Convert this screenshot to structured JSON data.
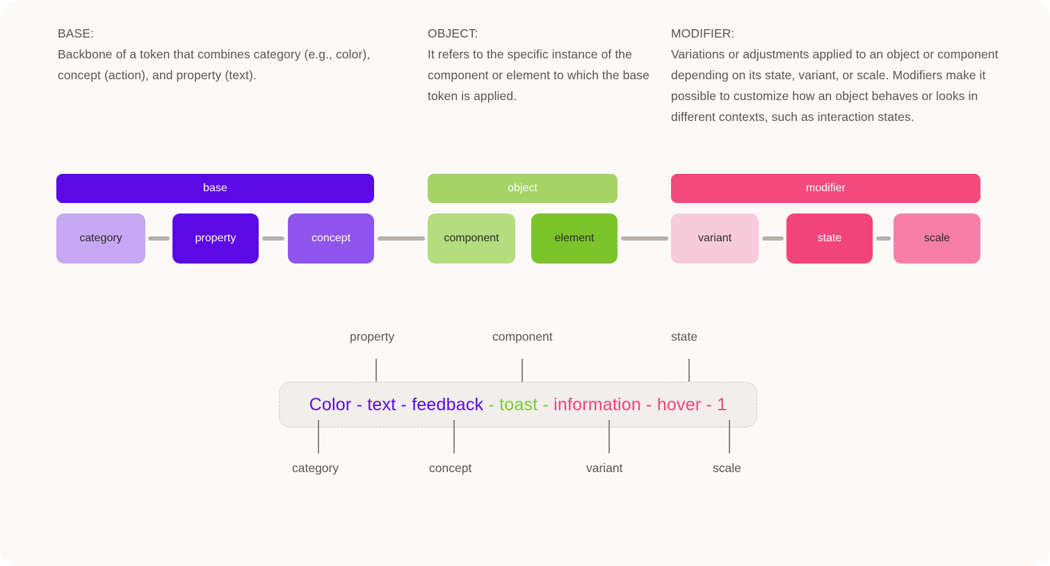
{
  "canvas": {
    "background": "#FBFAF8",
    "page_background": "#ffffff"
  },
  "descriptions": [
    {
      "key": "base",
      "title": "BASE:",
      "body": "Backbone of a token that combines category (e.g., color), concept (action), and property (text)."
    },
    {
      "key": "object",
      "title": "OBJECT:",
      "body": "It refers to the specific instance of the component or element to which the base token is applied."
    },
    {
      "key": "modifier",
      "title": "MODIFIER:",
      "body": "Variations or adjustments applied to an object or component depending on its state, variant, or scale. Modifiers make it possible to customize how an object behaves or looks in different contexts, such as interaction states."
    }
  ],
  "groups": [
    {
      "key": "base",
      "label": "base",
      "color": "#5B0AE6"
    },
    {
      "key": "object",
      "label": "object",
      "color": "#A5D465"
    },
    {
      "key": "modifier",
      "label": "modifier",
      "color": "#F24A7D"
    }
  ],
  "chips": [
    {
      "key": "category",
      "label": "category",
      "color": "#C7A8F4",
      "text_color": "#2b2b2b",
      "group": "base"
    },
    {
      "key": "property",
      "label": "property",
      "color": "#5B0AE6",
      "text_color": "#ffffff",
      "group": "base"
    },
    {
      "key": "concept",
      "label": "concept",
      "color": "#8E54EC",
      "text_color": "#ffffff",
      "group": "base"
    },
    {
      "key": "component",
      "label": "component",
      "color": "#B3DD7E",
      "text_color": "#2b2b2b",
      "group": "object"
    },
    {
      "key": "element",
      "label": "element",
      "color": "#7BC42A",
      "text_color": "#2b2b2b",
      "group": "object"
    },
    {
      "key": "variant",
      "label": "variant",
      "color": "#F7CBDA",
      "text_color": "#2b2b2b",
      "group": "modifier"
    },
    {
      "key": "state",
      "label": "state",
      "color": "#F2447B",
      "text_color": "#ffffff",
      "group": "modifier"
    },
    {
      "key": "scale",
      "label": "scale",
      "color": "#F77EA6",
      "text_color": "#2b2b2b",
      "group": "modifier"
    }
  ],
  "token_example": {
    "full_string": "Color - text - feedback - toast - information - hover - 1",
    "segments": [
      {
        "text": "Color",
        "part": "category",
        "color_group": "base"
      },
      {
        "text": " - ",
        "part": "separator",
        "color_group": "base"
      },
      {
        "text": "text",
        "part": "property",
        "color_group": "base"
      },
      {
        "text": " - ",
        "part": "separator",
        "color_group": "base"
      },
      {
        "text": "feedback",
        "part": "concept",
        "color_group": "base"
      },
      {
        "text": " - ",
        "part": "separator",
        "color_group": "object"
      },
      {
        "text": "toast",
        "part": "component",
        "color_group": "object"
      },
      {
        "text": " - ",
        "part": "separator",
        "color_group": "object"
      },
      {
        "text": "information",
        "part": "variant",
        "color_group": "modifier"
      },
      {
        "text": " - ",
        "part": "separator",
        "color_group": "modifier"
      },
      {
        "text": "hover",
        "part": "state",
        "color_group": "modifier"
      },
      {
        "text": " - ",
        "part": "separator",
        "color_group": "modifier"
      },
      {
        "text": "1",
        "part": "scale",
        "color_group": "modifier"
      }
    ],
    "segment_colors": {
      "base": "#5B0AE6",
      "object": "#7DCB3C",
      "modifier": "#F2447B"
    },
    "callouts_above": [
      {
        "key": "property",
        "label": "property"
      },
      {
        "key": "component",
        "label": "component"
      },
      {
        "key": "state",
        "label": "state"
      }
    ],
    "callouts_below": [
      {
        "key": "category",
        "label": "category"
      },
      {
        "key": "concept",
        "label": "concept"
      },
      {
        "key": "variant",
        "label": "variant"
      },
      {
        "key": "scale",
        "label": "scale"
      }
    ]
  }
}
